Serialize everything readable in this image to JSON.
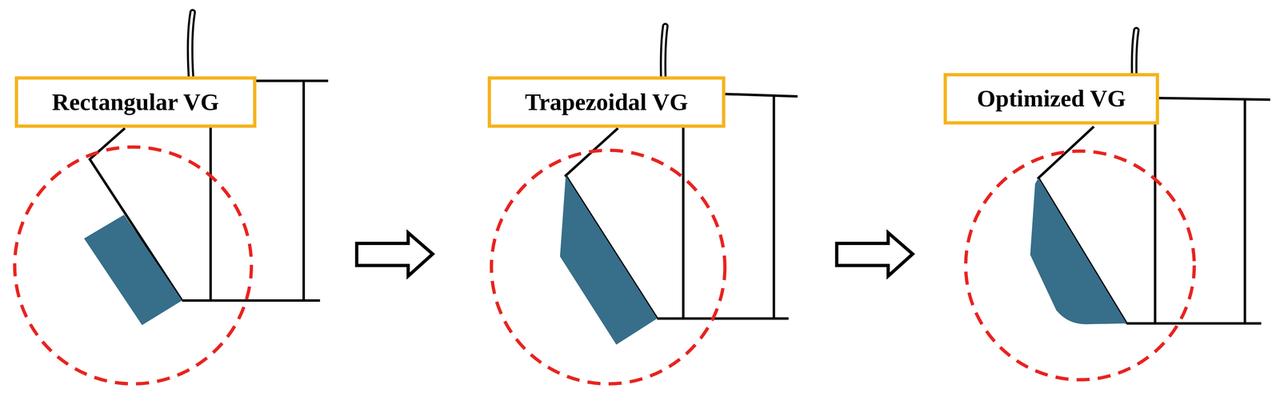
{
  "diagram": {
    "nodes": [
      {
        "text": [
          "Rectangular VG"
        ]
      },
      {
        "text": [
          "Trapezoidal VG"
        ]
      },
      {
        "text": [
          "Optimized VG"
        ]
      }
    ]
  }
}
